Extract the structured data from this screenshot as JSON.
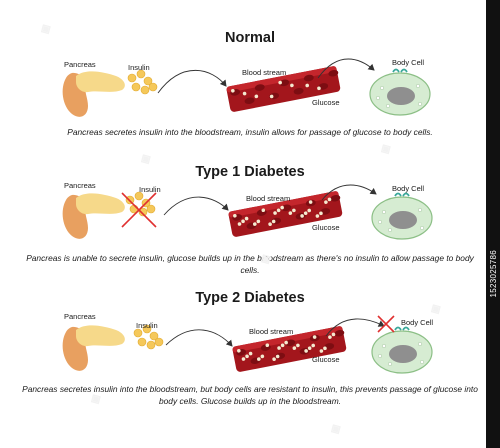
{
  "sections": [
    {
      "title": "Normal",
      "labels": {
        "pancreas": "Pancreas",
        "insulin": "Insulin",
        "blood_stream": "Blood stream",
        "glucose": "Glucose",
        "body_cell": "Body Cell"
      },
      "caption": "Pancreas secretes insulin into the bloodstream, insulin allows for passage of glucose to body cells."
    },
    {
      "title": "Type 1 Diabetes",
      "labels": {
        "pancreas": "Pancreas",
        "insulin": "Insulin",
        "blood_stream": "Blood stream",
        "glucose": "Glucose",
        "body_cell": "Body Cell"
      },
      "caption": "Pancreas is unable to secrete insulin, glucose builds up in the bloodstream as there's no insulin to allow passage to body cells."
    },
    {
      "title": "Type 2 Diabetes",
      "labels": {
        "pancreas": "Pancreas",
        "insulin": "Insulin",
        "blood_stream": "Blood stream",
        "glucose": "Glucose",
        "body_cell": "Body Cell"
      },
      "caption": "Pancreas secretes insulin into the bloodstream, but body cells are resistant to insulin, this prevents passage of glucose into body cells. Glucose builds up in the bloodstream."
    }
  ],
  "stock_id": "1523025786",
  "colors": {
    "pancreas_orange": "#e8a060",
    "pancreas_yellow": "#f6d98a",
    "insulin_dot": "#f5c85a",
    "vessel_red": "#a3161c",
    "glucose_dot": "#f4ead0",
    "cell_green": "#d6ecd2",
    "cell_nucleus": "#8f8f8f",
    "receptor_teal": "#3aa89a",
    "cross_red": "#e03030"
  }
}
